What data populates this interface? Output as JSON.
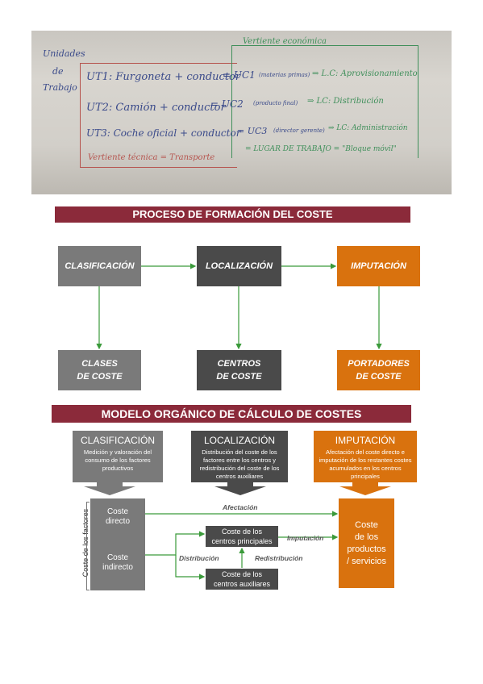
{
  "photo": {
    "left_label": [
      "Unidades",
      "de",
      "Trabajo"
    ],
    "vertiente_economica": "Vertiente económica",
    "rows": [
      {
        "ut": "UT1: Furgoneta + conductor",
        "uc": "= UC1",
        "paren": "(materias primas)",
        "lc": "⇒ L.C: Aprovisionamiento"
      },
      {
        "ut": "UT2: Camión + conductor",
        "uc": "= UC2",
        "paren": "(producto final)",
        "lc": "⇒ LC: Distribución"
      },
      {
        "ut": "UT3: Coche oficial + conductor",
        "uc": "= UC3",
        "paren": "(director gerente)",
        "lc": "⇒ LC: Administración"
      }
    ],
    "vertiente_tecnica": "Vertiente técnica = Transporte",
    "lugar": "= LUGAR DE TRABAJO = \"Bloque móvil\""
  },
  "diagram1": {
    "title": "PROCESO DE FORMACIÓN DEL COSTE",
    "top": [
      "CLASIFICACIÓN",
      "LOCALIZACIÓN",
      "IMPUTACIÓN"
    ],
    "bottom": [
      [
        "CLASES",
        "DE COSTE"
      ],
      [
        "CENTROS",
        "DE COSTE"
      ],
      [
        "PORTADORES",
        "DE COSTE"
      ]
    ]
  },
  "diagram2": {
    "title": "MODELO ORGÁNICO DE CÁLCULO DE COSTES",
    "headers": [
      {
        "title": "CLASIFICACIÓN",
        "desc": "Medición y valoración del consumo de los factores productivos"
      },
      {
        "title": "LOCALIZACIÓN",
        "desc": "Distribución del coste de los factores entre los centros y redistribución del coste de los centros auxiliares"
      },
      {
        "title": "IMPUTACIÓN",
        "desc": "Afectación del coste directo e imputación de los restantes costes acumulados en los centros principales"
      }
    ],
    "side_label": "Coste de los factores",
    "coste_directo": [
      "Coste",
      "directo"
    ],
    "coste_indirecto": [
      "Coste",
      "indirecto"
    ],
    "centros_principales": [
      "Coste de los",
      "centros principales"
    ],
    "centros_auxiliares": [
      "Coste de los",
      "centros auxiliares"
    ],
    "coste_productos": [
      "Coste",
      "de los",
      "productos",
      "/ servicios"
    ],
    "arrows": {
      "afectacion": "Afectación",
      "imputacion": "Imputación",
      "distribucion": "Distribución",
      "redistribucion": "Redistribución"
    }
  },
  "colors": {
    "banner": "#8b2a3a",
    "gray_light": "#7a7a7a",
    "gray_dark": "#4a4a4a",
    "orange": "#d9720e",
    "arrow": "#3a9a3a"
  }
}
